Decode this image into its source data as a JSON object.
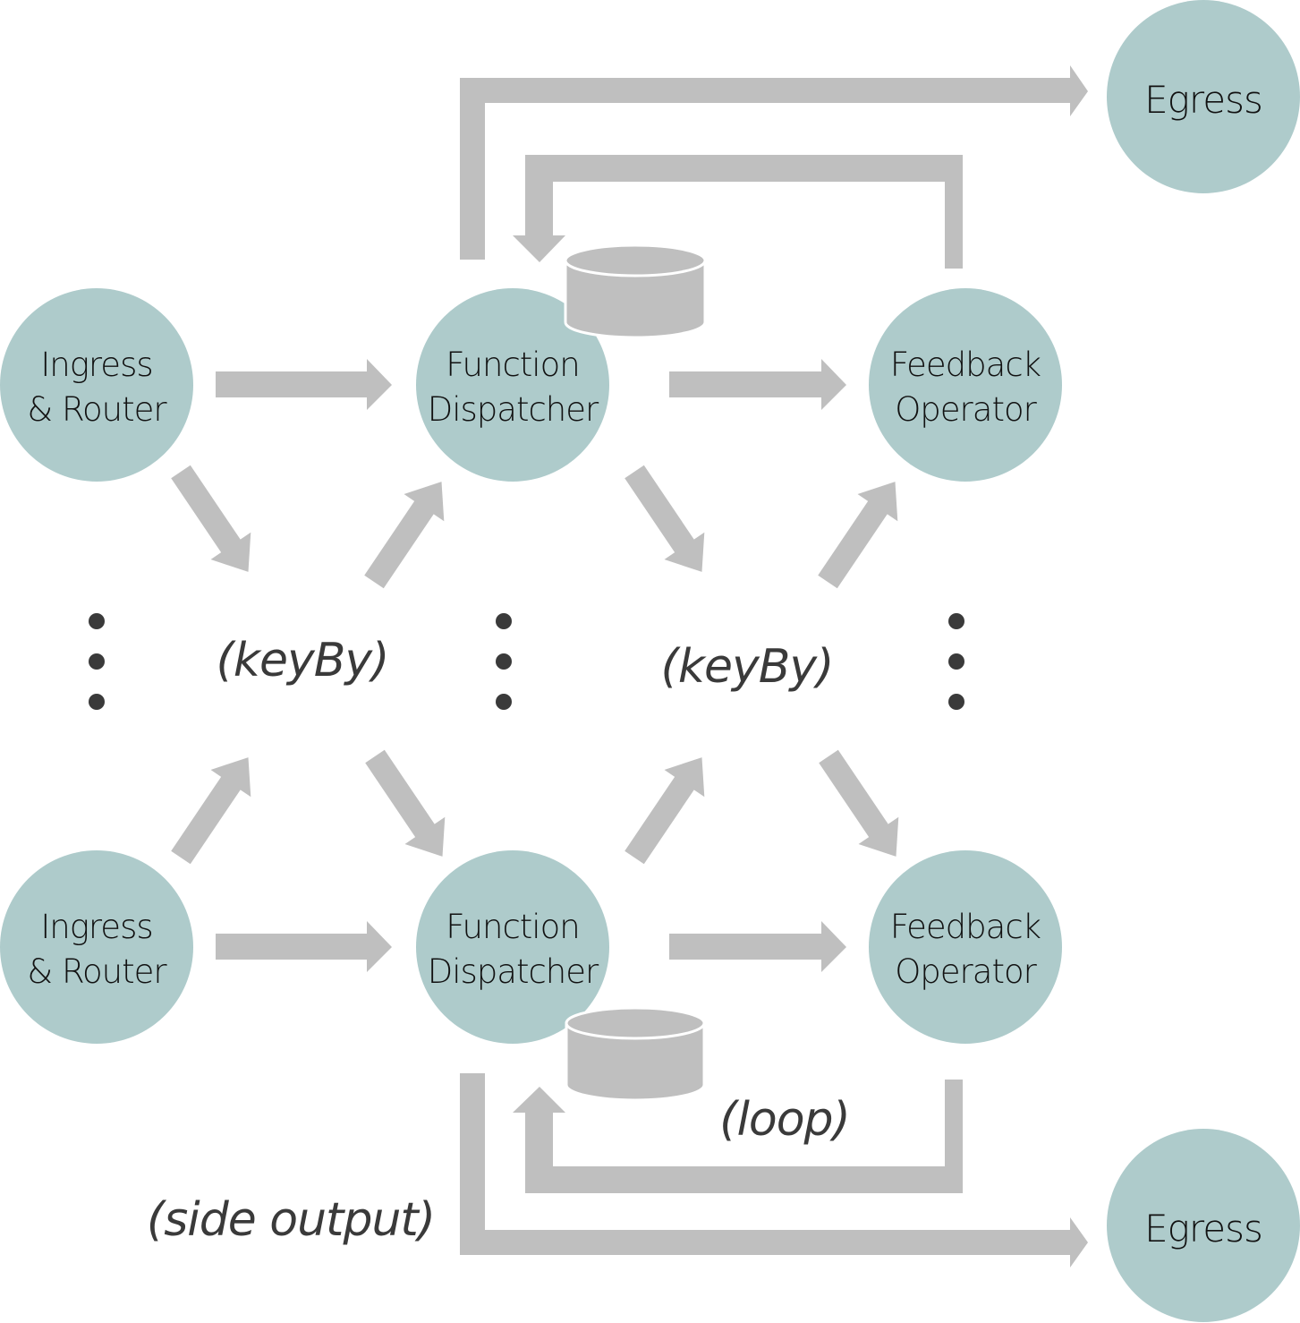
{
  "diagram": {
    "colors": {
      "node": "#aecbcb",
      "arrow": "#bfbfbf",
      "dots": "#3a3a3a",
      "text": "#111111"
    },
    "nodes": {
      "ingress_top": {
        "line1": "Ingress",
        "line2": "& Router"
      },
      "dispatcher_top": {
        "line1": "Function",
        "line2": "Dispatcher"
      },
      "feedback_top": {
        "line1": "Feedback",
        "line2": "Operator"
      },
      "egress_top": {
        "line1": "Egress"
      },
      "ingress_bottom": {
        "line1": "Ingress",
        "line2": "& Router"
      },
      "dispatcher_bottom": {
        "line1": "Function",
        "line2": "Dispatcher"
      },
      "feedback_bottom": {
        "line1": "Feedback",
        "line2": "Operator"
      },
      "egress_bottom": {
        "line1": "Egress"
      }
    },
    "annotations": {
      "keyby_left": "(keyBy)",
      "keyby_right": "(keyBy)",
      "loop": "(loop)",
      "side_output": "(side output)"
    },
    "state_stores": [
      "state-store-top",
      "state-store-bottom"
    ],
    "edges": [
      "Ingress & Router -> Function Dispatcher",
      "Function Dispatcher -> Feedback Operator",
      "Feedback Operator -> Function Dispatcher (loop)",
      "Function Dispatcher -> Egress (side output)",
      "Ingress & Router -> keyBy -> Function Dispatcher",
      "Function Dispatcher -> keyBy -> Feedback Operator"
    ]
  }
}
